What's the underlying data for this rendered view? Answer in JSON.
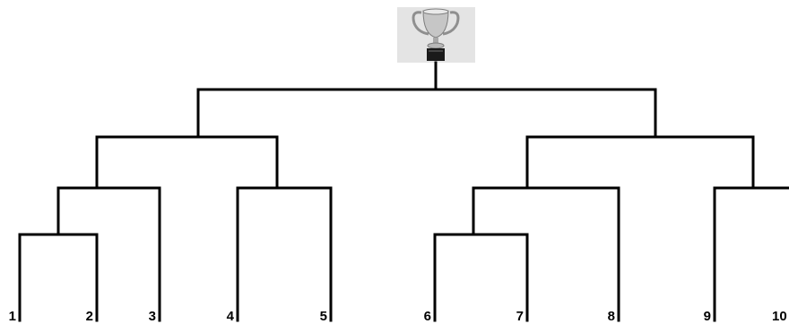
{
  "bracket": {
    "seeds": [
      "1",
      "2",
      "3",
      "4",
      "5",
      "6",
      "7",
      "8",
      "9",
      "10"
    ],
    "trophy_icon": "trophy-icon",
    "colors": {
      "line": "#000000",
      "trophy_bg": "#e4e4e4",
      "trophy_silver": "#c6c6c6",
      "trophy_base": "#1a1a1a"
    }
  }
}
